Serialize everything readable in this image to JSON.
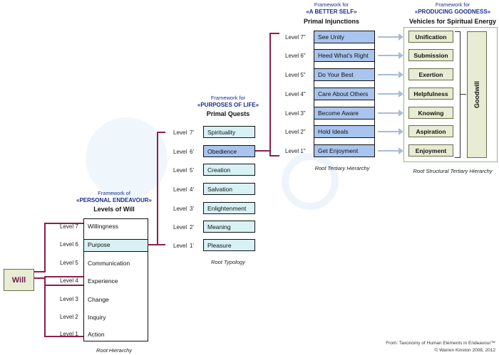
{
  "will_label": "Will",
  "levels_of_will": {
    "framework_line1": "Framework of",
    "framework_line2": "«PERSONAL ENDEAVOUR»",
    "title": "Levels of Will",
    "caption": "Root Hierarchy",
    "levels": [
      "Level 7",
      "Level 6",
      "Level 5",
      "Level 4",
      "Level 3",
      "Level 2",
      "Level 1"
    ],
    "items": [
      "Willingness",
      "Purpose",
      "Communication",
      "Experience",
      "Change",
      "Inquiry",
      "Action"
    ],
    "highlight_index": 1
  },
  "primal_quests": {
    "framework_line1": "Framework for",
    "framework_line2": "«PURPOSES OF LIFE»",
    "title": "Primal Quests",
    "caption": "Root Typology",
    "levels": [
      "Level",
      "Level",
      "Level",
      "Level",
      "Level",
      "Level",
      "Level"
    ],
    "level_marks": [
      "7'",
      "6'",
      "5'",
      "4'",
      "3'",
      "2'",
      "1'"
    ],
    "items": [
      "Spirituality",
      "Obedience",
      "Creation",
      "Salvation",
      "Enlightenment",
      "Meaning",
      "Pleasure"
    ],
    "highlight_index": 1
  },
  "primal_injunctions": {
    "framework_line1": "Framework for",
    "framework_line2": "«A BETTER SELF»",
    "title": "Primal Injunctions",
    "caption": "Root Tertiary Hierarchy",
    "levels": [
      "Level 7\"",
      "Level 6\"",
      "Level 5\"",
      "Level 4\"",
      "Level 3\"",
      "Level 2\"",
      "Level 1\""
    ],
    "items": [
      "See Unity",
      "Heed What's Right",
      "Do Your Best",
      "Care About Others",
      "Become Aware",
      "Hold Ideals",
      "Get Enjoyment"
    ]
  },
  "vehicles": {
    "framework_line1": "Framework for",
    "framework_line2": "«PRODUCING GOODNESS»",
    "title": "Vehicles for Spiritual Energy",
    "caption": "Root Structural Tertiary Hierarchy",
    "items": [
      "Unification",
      "Submission",
      "Exertion",
      "Helpfulness",
      "Knowing",
      "Aspiration",
      "Enjoyment"
    ],
    "side_label": "Goodwill"
  },
  "footer": {
    "line1": "From: Taxonomy of Human Elements in Endeavour™",
    "line2": "© Warren Kinston 2008, 2012"
  },
  "colors": {
    "connector": "#8b1f4d",
    "highlight": "#d8f1f5",
    "injunction_fill": "#a9c4ee",
    "arrow": "#a9bcd6",
    "vehicle_fill": "#e8ecd3",
    "vehicle_border": "#8dbf6a",
    "header_blue": "#1a2f8a"
  }
}
